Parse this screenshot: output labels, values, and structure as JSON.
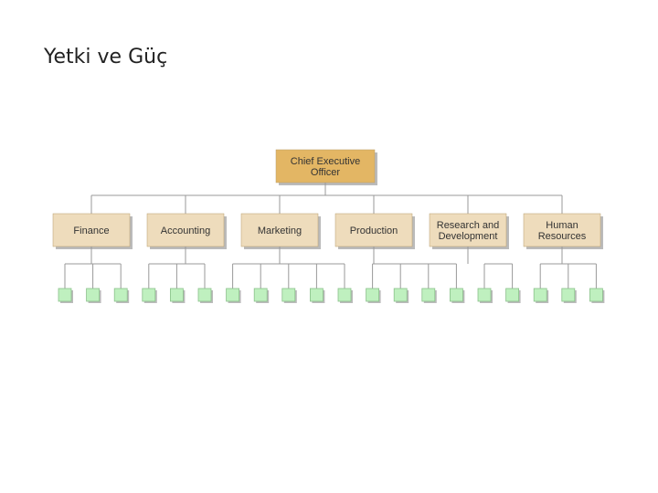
{
  "slide": {
    "title": "Yetki ve Güç"
  },
  "org_chart": {
    "ceo": {
      "lines": [
        "Chief Executive",
        "Officer"
      ]
    },
    "departments": [
      {
        "lines": [
          "Finance"
        ],
        "staff": 3
      },
      {
        "lines": [
          "Accounting"
        ],
        "staff": 3
      },
      {
        "lines": [
          "Marketing"
        ],
        "staff": 5
      },
      {
        "lines": [
          "Production"
        ],
        "staff": 4
      },
      {
        "lines": [
          "Research and",
          "Development"
        ],
        "staff": 2
      },
      {
        "lines": [
          "Human",
          "Resources"
        ],
        "staff": 3
      }
    ],
    "colors": {
      "ceo_fill": "#e3b664",
      "department_fill": "#eedcbc",
      "staff_fill": "#bff0bf",
      "staff_border": "#8ac08a",
      "connector": "#999999",
      "shadow": "#bbbbbb"
    }
  }
}
